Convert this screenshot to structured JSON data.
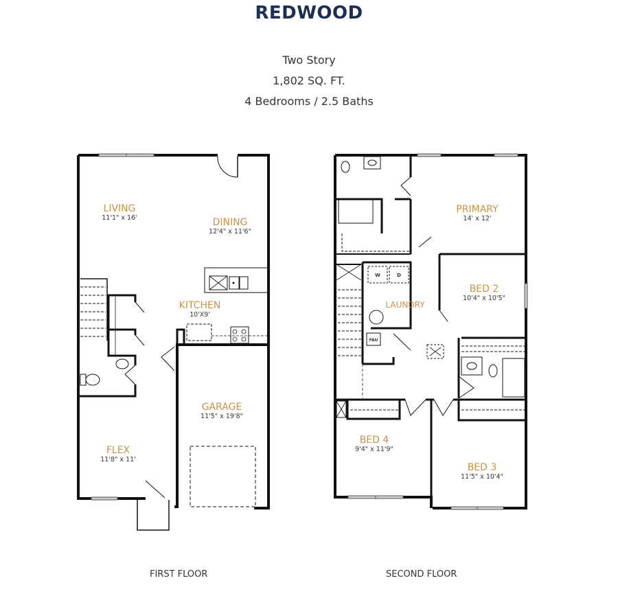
{
  "header": {
    "title": "REDWOOD",
    "stories": "Two Story",
    "area": "1,802 SQ. FT.",
    "beds_baths": "4 Bedrooms / 2.5 Baths"
  },
  "first_floor": {
    "label": "FIRST FLOOR",
    "rooms": [
      {
        "name": "LIVING",
        "dims": "11'1\" x 16'"
      },
      {
        "name": "DINING",
        "dims": "12'4\" x 11'6\""
      },
      {
        "name": "KITCHEN",
        "dims": "10'X9'"
      },
      {
        "name": "GARAGE",
        "dims": "11'5\" x 19'8\""
      },
      {
        "name": "FLEX",
        "dims": "11'8\" x 11'"
      }
    ]
  },
  "second_floor": {
    "label": "SECOND FLOOR",
    "rooms": [
      {
        "name": "PRIMARY",
        "dims": "14' x 12'"
      },
      {
        "name": "BED 2",
        "dims": "10'4\" x 10'5\""
      },
      {
        "name": "LAUNDRY",
        "dims": ""
      },
      {
        "name": "BED 4",
        "dims": "9'4\" x 11'9\""
      },
      {
        "name": "BED 3",
        "dims": "11'5\" x 10'4\""
      }
    ],
    "appliance_labels": {
      "washer": "W",
      "dryer": "D",
      "furnace": "FAU"
    }
  },
  "colors": {
    "title": "#1b2e54",
    "room_label": "#c9914a",
    "wall": "#111111"
  }
}
